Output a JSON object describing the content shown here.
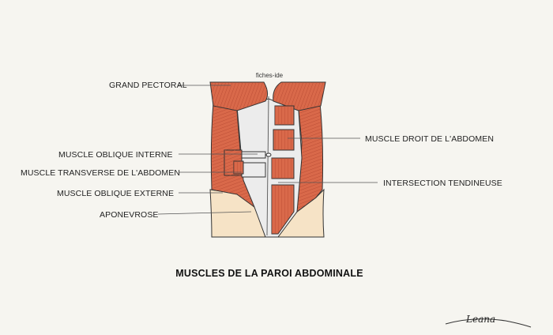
{
  "watermark": "fiches-ide",
  "title": "MUSCLES DE LA PAROI ABDOMINALE",
  "signature": "Leana",
  "labels": {
    "grand_pectoral": "GRAND PECTORAL",
    "oblique_interne": "MUSCLE OBLIQUE INTERNE",
    "transverse": "MUSCLE TRANSVERSE DE L'ABDOMEN",
    "oblique_externe": "MUSCLE OBLIQUE EXTERNE",
    "aponevrose": "APONEVROSE",
    "droit_abdomen": "MUSCLE DROIT DE L'ABDOMEN",
    "intersection": "INTERSECTION TENDINEUSE"
  },
  "colors": {
    "muscle": "#d9694a",
    "muscle_dark": "#b84a33",
    "fascia": "#ececec",
    "skin": "#f6e3c6",
    "background": "#f6f5f0"
  }
}
